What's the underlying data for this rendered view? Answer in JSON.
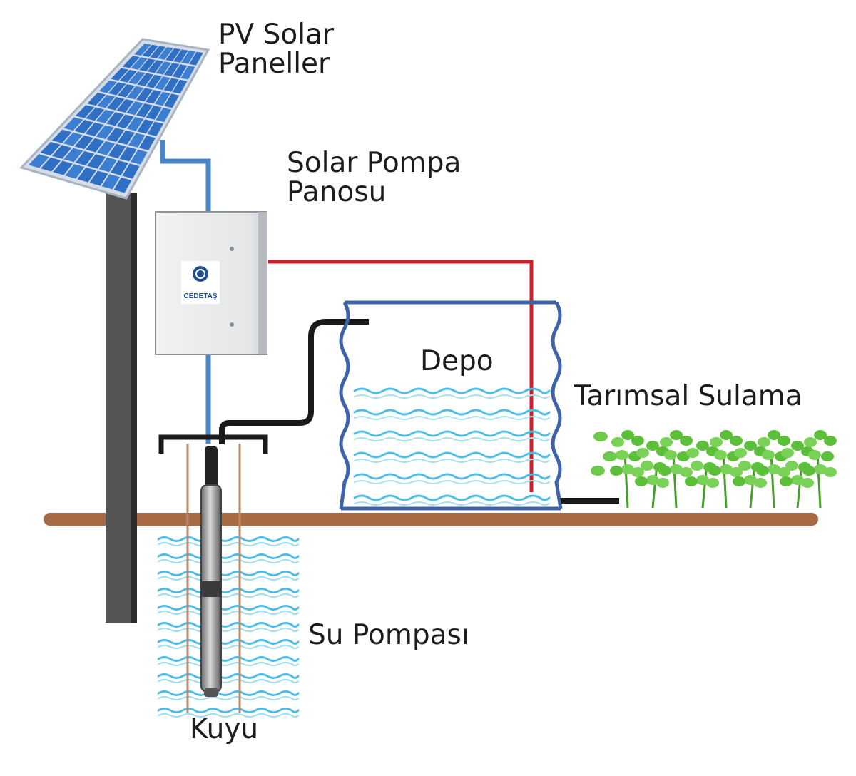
{
  "labels": {
    "panels": "PV Solar\nPaneller",
    "controller": "Solar Pompa\nPanosu",
    "tank": "Depo",
    "irrigation": "Tarımsal Sulama",
    "pump": "Su Pompası",
    "well": "Kuyu"
  },
  "logo": {
    "text": "CEDETAŞ"
  },
  "colors": {
    "panel_blue": "#2f6fc4",
    "panel_frame": "#d6dde6",
    "pole": "#555555",
    "ground": "#a86a45",
    "water": "#4fbde6",
    "tank_outline": "#3f63a8",
    "power_cable": "#cc1f2c",
    "signal_cable": "#4a86c5",
    "pipe": "#1a1a1a",
    "plant": "#5bbf3a"
  },
  "icons": [
    "solar-panel-icon",
    "control-box-icon",
    "submersible-pump-icon",
    "water-tank-icon",
    "plant-icon"
  ]
}
